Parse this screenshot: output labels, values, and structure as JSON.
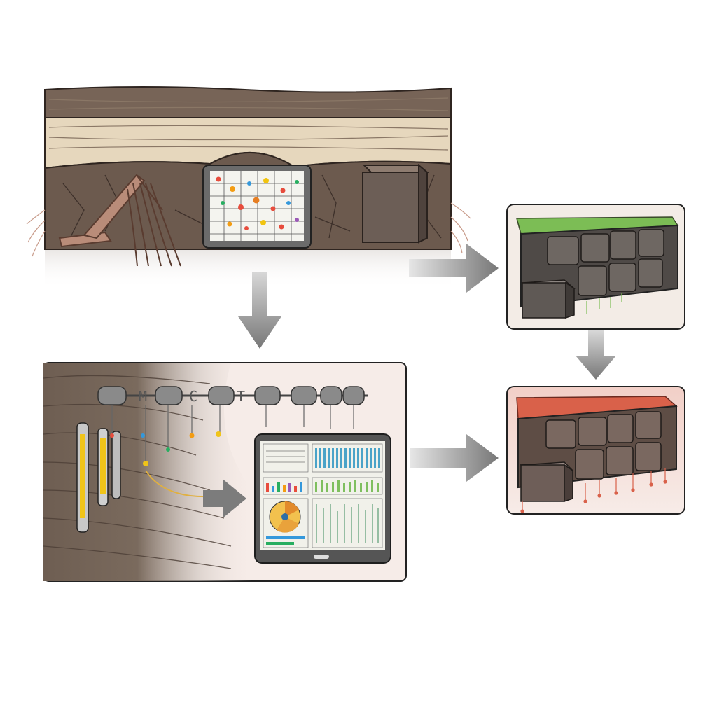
{
  "diagram": {
    "panels": [
      {
        "id": "mine-section",
        "icons": [
          "excavator-icon",
          "sensor-grid-tablet-icon",
          "rock-block-icon"
        ]
      },
      {
        "id": "sensor-array",
        "icons": [
          "borehole-probe-icon",
          "sensor-node-icon",
          "monitoring-tablet-icon"
        ]
      },
      {
        "id": "stable-rock",
        "state": "stable",
        "top_color": "#7cbd55"
      },
      {
        "id": "unstable-rock",
        "state": "unstable",
        "top_color": "#d9614a"
      }
    ],
    "sensor_labels": [
      "M",
      "C",
      "T"
    ],
    "colors": {
      "rock_dark": "#6b5a4e",
      "rock_light": "#e9dcc0",
      "stable_green": "#7cbd55",
      "alert_red": "#d9614a",
      "arrow_grey": "#8a8a8a",
      "panel_bg": "#f6ece8"
    }
  }
}
